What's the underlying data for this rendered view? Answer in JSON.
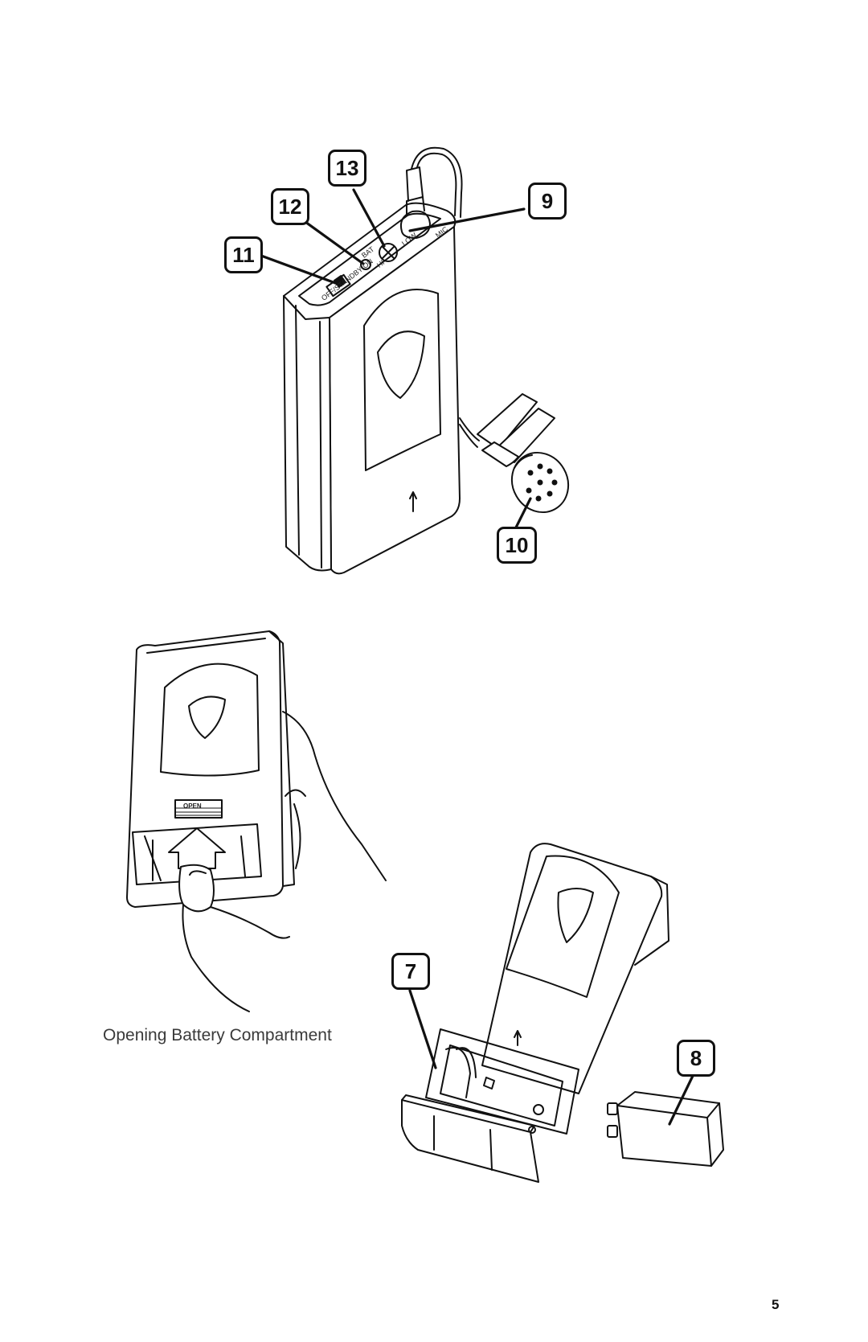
{
  "callouts": {
    "c9": "9",
    "c10": "10",
    "c11": "11",
    "c12": "12",
    "c13": "13",
    "c7": "7",
    "c8": "8"
  },
  "device_labels": {
    "switch": "OFF/STANDBY/ON",
    "hi": "HI",
    "bat": "BAT",
    "low": "LOW",
    "mic": "MIC",
    "open_tab": "OPEN"
  },
  "caption": "Opening Battery Compartment",
  "page_number": "5"
}
